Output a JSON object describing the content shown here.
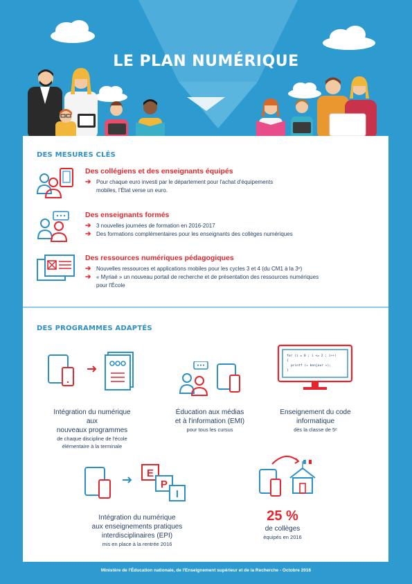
{
  "page": {
    "title": "Le plan numérique",
    "footer": "Ministère de l'Éducation nationale, de l'Enseignement supérieur et de la Recherche - Octobre 2016"
  },
  "colors": {
    "background": "#2d9bcf",
    "accent_red": "#e3262e",
    "accent_blue": "#2d8fc8",
    "text_dark": "#1e3a5f"
  },
  "mesures": {
    "title": "Des mesures clés",
    "items": [
      {
        "icon": "people-devices-icon",
        "heading": "Des collégiens et des enseignants équipés",
        "bullets": [
          "Pour chaque euro investi par le département pour l'achat d'équipements",
          "mobiles, l'État verse un euro."
        ]
      },
      {
        "icon": "people-chat-icon",
        "heading": "Des enseignants formés",
        "bullets": [
          "3 nouvelles journées de formation en 2016-2017",
          "Des formations complémentaires pour les enseignants des collèges numériques"
        ]
      },
      {
        "icon": "digital-resources-icon",
        "heading": "Des ressources numériques pédagogiques",
        "bullets": [
          "Nouvelles ressources et applications mobiles pour les cycles 3 et 4 (du CM1 à la 3ᵉ)",
          "« Myriaé » un nouveau portail de recherche et de présentation des ressources numériques",
          "pour l'École"
        ]
      }
    ]
  },
  "programmes": {
    "title": "Des programmes adaptés",
    "items": [
      {
        "icon": "devices-to-book-icon",
        "main": [
          "Intégration du numérique aux",
          "nouveaux programmes"
        ],
        "sub": [
          "de chaque discipline de l'école",
          "élémentaire à la terminale"
        ]
      },
      {
        "icon": "people-media-icon",
        "main": [
          "Éducation aux médias",
          "et à l'information (EMI)"
        ],
        "sub": [
          "pour tous les cursus"
        ]
      },
      {
        "icon": "code-screen-icon",
        "main": [
          "Enseignement du code",
          "informatique"
        ],
        "sub": [
          "dès la classe de 5ᵉ"
        ]
      },
      {
        "icon": "devices-to-epi-icon",
        "main": [
          "Intégration du numérique",
          "aux enseignements pratiques",
          "interdisciplinaires (EPI)"
        ],
        "sub": [
          "mis en place à la rentrée 2016"
        ]
      }
    ],
    "stat": {
      "icon": "devices-to-school-icon",
      "value": "25 %",
      "main": "de collèges",
      "sub": "équipés en 2016"
    },
    "code_lines": [
      "for (i = 0 ; i <= 2 ; i++)",
      "{",
      "printf (« bonjour »);",
      "}"
    ],
    "epi_letters": [
      "E",
      "P",
      "I"
    ]
  }
}
